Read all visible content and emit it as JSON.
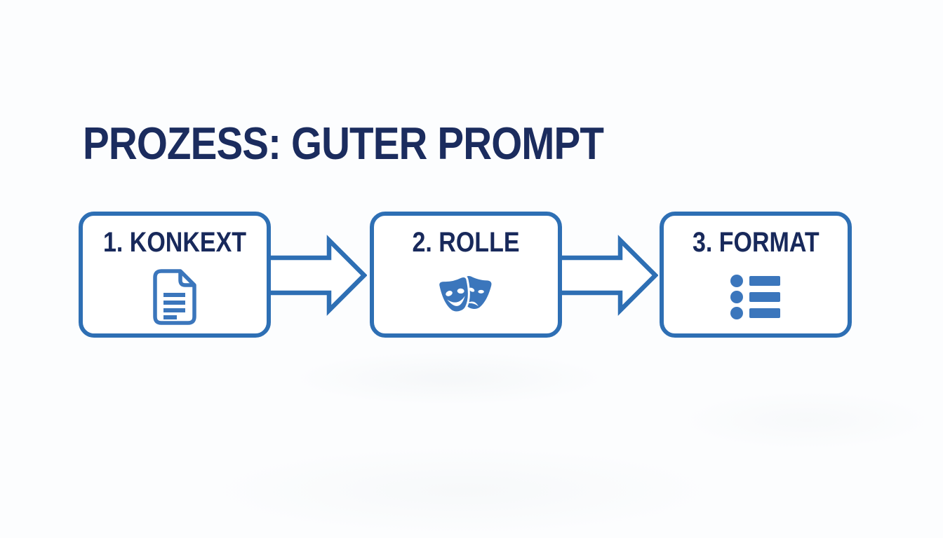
{
  "title": "PROZESS: GUTER PROMPT",
  "steps": [
    {
      "label": "1. KONKEXT",
      "icon": "document-icon"
    },
    {
      "label": "2. ROLLE",
      "icon": "theater-masks-icon"
    },
    {
      "label": "3. FORMAT",
      "icon": "bullet-list-icon"
    }
  ],
  "connectors": [
    {
      "icon": "arrow-right-icon"
    },
    {
      "icon": "arrow-right-icon"
    }
  ],
  "colors": {
    "title_text": "#1b2c5e",
    "label_text": "#18295b",
    "box_border": "#2e6fb4",
    "arrow_stroke": "#2e6fb4",
    "icon_blue": "#3b76bc",
    "background": "#fcfdfe",
    "box_background": "#ffffff"
  }
}
